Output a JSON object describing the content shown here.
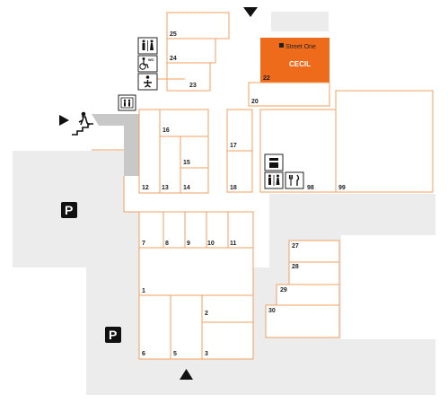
{
  "colors": {
    "accent": "#ed6b1b",
    "unit_stroke": "#f0a060",
    "ground": "#ececec",
    "corridor": "#c8c8c8",
    "icon": "#222222"
  },
  "units": {
    "u25": "25",
    "u24": "24",
    "u23": "23",
    "u22": "22",
    "u20": "20",
    "u16": "16",
    "u17": "17",
    "u15": "15",
    "u12": "12",
    "u13": "13",
    "u14": "14",
    "u18": "18",
    "u98": "98",
    "u99": "99",
    "u7": "7",
    "u8": "8",
    "u9": "9",
    "u10": "10",
    "u11": "11",
    "u1": "1",
    "u2": "2",
    "u6": "6",
    "u5": "5",
    "u3": "3",
    "u27": "27",
    "u28": "28",
    "u29": "29",
    "u30": "30"
  },
  "featured_store": {
    "unit": "22",
    "brand_line1": "Street One",
    "brand_line2": "CECIL"
  },
  "parking": {
    "label": "P"
  },
  "icons": [
    "toilets-icon",
    "accessible-toilet-icon",
    "baby-changing-icon",
    "elevator-icon",
    "entrance-arrow-icon",
    "stairs-icon",
    "atm-icon",
    "restaurant-icon"
  ],
  "accessible_wc_label": "WC"
}
